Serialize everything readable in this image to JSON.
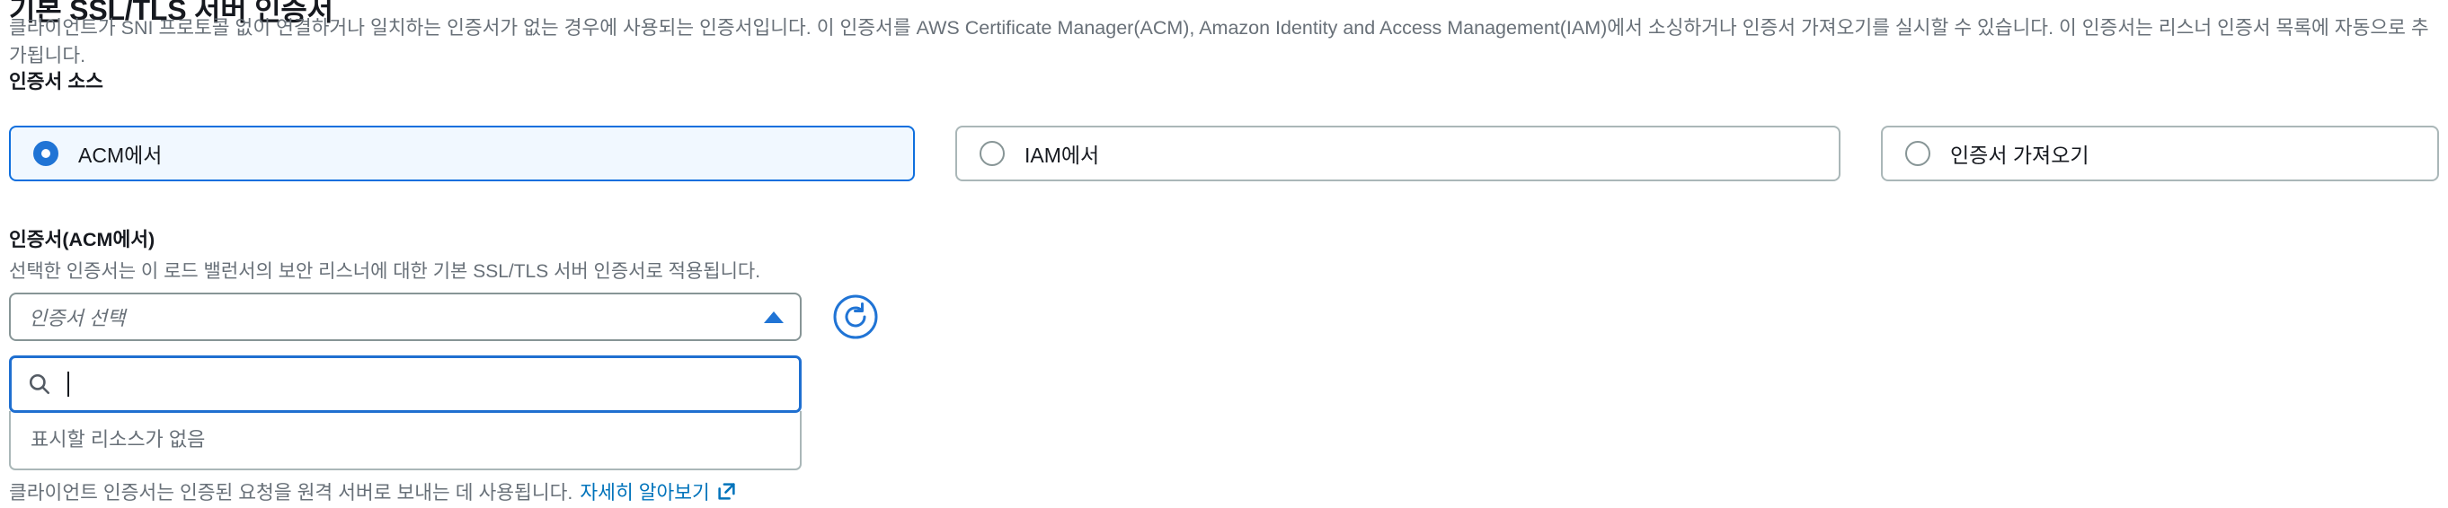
{
  "section": {
    "title": "기본 SSL/TLS 서버 인증서",
    "description": "클라이언트가 SNI 프로토콜 없이 연결하거나 일치하는 인증서가 없는 경우에 사용되는 인증서입니다. 이 인증서를 AWS Certificate Manager(ACM), Amazon Identity and Access Management(IAM)에서 소싱하거나 인증서 가져오기를 실시할 수 있습니다. 이 인증서는 리스너 인증서 목록에 자동으로 추가됩니다."
  },
  "certificate_source": {
    "label": "인증서 소스",
    "selected": "ACM에서",
    "options": [
      {
        "label": "ACM에서",
        "selected": true
      },
      {
        "label": "IAM에서",
        "selected": false
      },
      {
        "label": "인증서 가져오기",
        "selected": false
      }
    ]
  },
  "certificate_field": {
    "label": "인증서(ACM에서)",
    "hint": "선택한 인증서는 이 로드 밸런서의 보안 리스너에 대한 기본 SSL/TLS 서버 인증서로 적용됩니다.",
    "select_placeholder": "인증서 선택",
    "select_value": "",
    "caret_icon": "caret-up-icon",
    "refresh_icon": "refresh-icon"
  },
  "dropdown": {
    "search_value": "",
    "search_placeholder": "",
    "search_icon": "search-icon",
    "empty_message": "표시할 리소스가 없음"
  },
  "footer": {
    "text": "클라이언트 인증서는 인증된 요청을 원격 서버로 보내는 데 사용됩니다.",
    "link_label": "자세히 알아보기",
    "link_icon": "external-link-icon"
  },
  "colors": {
    "accent_blue": "#2074d5",
    "link_blue": "#0073bb",
    "selected_bg": "#f1f8ff",
    "border_grey": "#879596",
    "text_grey": "#687078",
    "text_dark": "#16191f"
  }
}
